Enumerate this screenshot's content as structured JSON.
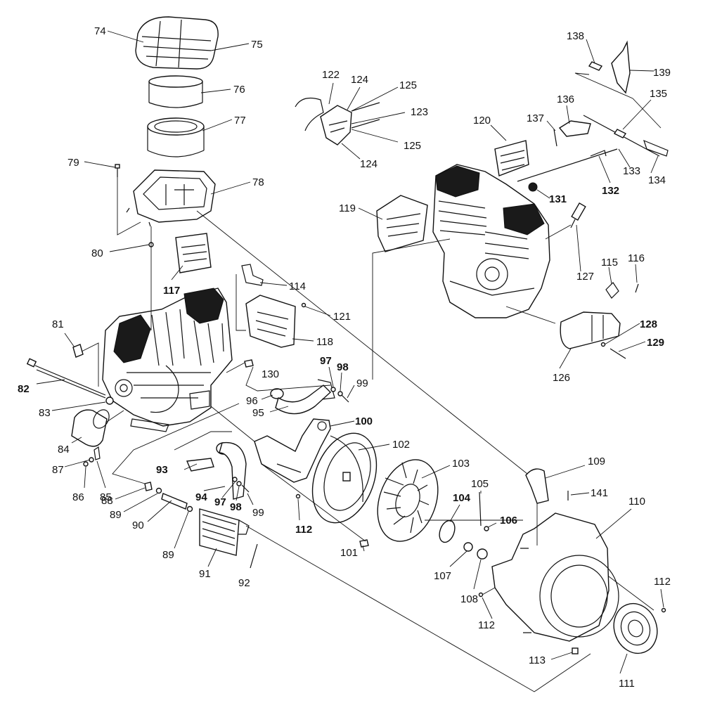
{
  "diagram": {
    "labels": {
      "p74": "74",
      "p75": "75",
      "p76": "76",
      "p77": "77",
      "p78": "78",
      "p79": "79",
      "p80": "80",
      "p81": "81",
      "p82": "82",
      "p83": "83",
      "p84": "84",
      "p85": "85",
      "p86": "86",
      "p87": "87",
      "p88": "88",
      "p89a": "89",
      "p89b": "89",
      "p90": "90",
      "p91": "91",
      "p92": "92",
      "p93": "93",
      "p94": "94",
      "p95": "95",
      "p96": "96",
      "p97a": "97",
      "p97b": "97",
      "p98a": "98",
      "p98b": "98",
      "p99a": "99",
      "p99b": "99",
      "p100": "100",
      "p101": "101",
      "p102": "102",
      "p103": "103",
      "p104": "104",
      "p105": "105",
      "p106": "106",
      "p107": "107",
      "p108": "108",
      "p109": "109",
      "p110": "110",
      "p111": "111",
      "p112a": "112",
      "p112b": "112",
      "p112c": "112",
      "p113": "113",
      "p114": "114",
      "p115": "115",
      "p116": "116",
      "p117": "117",
      "p118": "118",
      "p119": "119",
      "p120": "120",
      "p121": "121",
      "p122": "122",
      "p123": "123",
      "p124a": "124",
      "p124b": "124",
      "p125a": "125",
      "p125b": "125",
      "p126": "126",
      "p127": "127",
      "p128": "128",
      "p129": "129",
      "p130": "130",
      "p131": "131",
      "p132": "132",
      "p133": "133",
      "p134": "134",
      "p135": "135",
      "p136": "136",
      "p137": "137",
      "p138": "138",
      "p139": "139",
      "p141": "141"
    }
  }
}
